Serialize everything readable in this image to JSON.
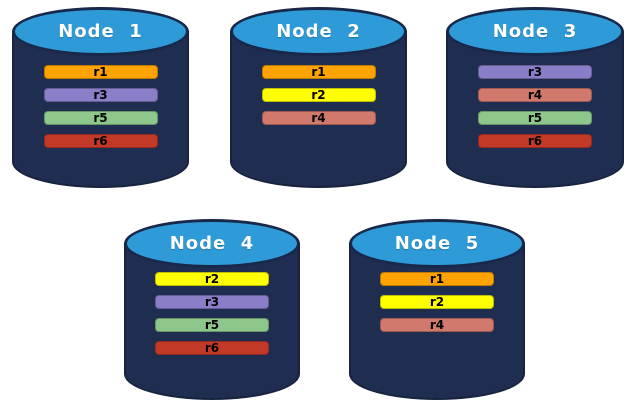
{
  "diagram": {
    "description": "Five database nodes with replica placement",
    "colors": {
      "cylinder_body": "#1F2D50",
      "cylinder_body_border": "#17233F",
      "cylinder_top": "#2E9BD8",
      "cylinder_top_border": "#18284A",
      "node_label_text": "#ffffff",
      "replica_label_text": "#000000"
    },
    "replica_colors": {
      "r1": "#FFA301",
      "r2": "#FFFF00",
      "r3": "#8B7EC8",
      "r4": "#D0796C",
      "r5": "#8EC78B",
      "r6": "#C33927"
    },
    "nodes": [
      {
        "label": "Node  1",
        "replicas": [
          {
            "label": "r1",
            "color": "#FFA301"
          },
          {
            "label": "r3",
            "color": "#8B7EC8"
          },
          {
            "label": "r5",
            "color": "#8EC78B"
          },
          {
            "label": "r6",
            "color": "#C33927"
          }
        ]
      },
      {
        "label": "Node  2",
        "replicas": [
          {
            "label": "r1",
            "color": "#FFA301"
          },
          {
            "label": "r2",
            "color": "#FFFF00"
          },
          {
            "label": "r4",
            "color": "#D0796C"
          }
        ]
      },
      {
        "label": "Node  3",
        "replicas": [
          {
            "label": "r3",
            "color": "#8B7EC8"
          },
          {
            "label": "r4",
            "color": "#D0796C"
          },
          {
            "label": "r5",
            "color": "#8EC78B"
          },
          {
            "label": "r6",
            "color": "#C33927"
          }
        ]
      },
      {
        "label": "Node  4",
        "replicas": [
          {
            "label": "r2",
            "color": "#FFFF00"
          },
          {
            "label": "r3",
            "color": "#8B7EC8"
          },
          {
            "label": "r5",
            "color": "#8EC78B"
          },
          {
            "label": "r6",
            "color": "#C33927"
          }
        ]
      },
      {
        "label": "Node  5",
        "replicas": [
          {
            "label": "r1",
            "color": "#FFA301"
          },
          {
            "label": "r2",
            "color": "#FFFF00"
          },
          {
            "label": "r4",
            "color": "#D0796C"
          }
        ]
      }
    ]
  }
}
